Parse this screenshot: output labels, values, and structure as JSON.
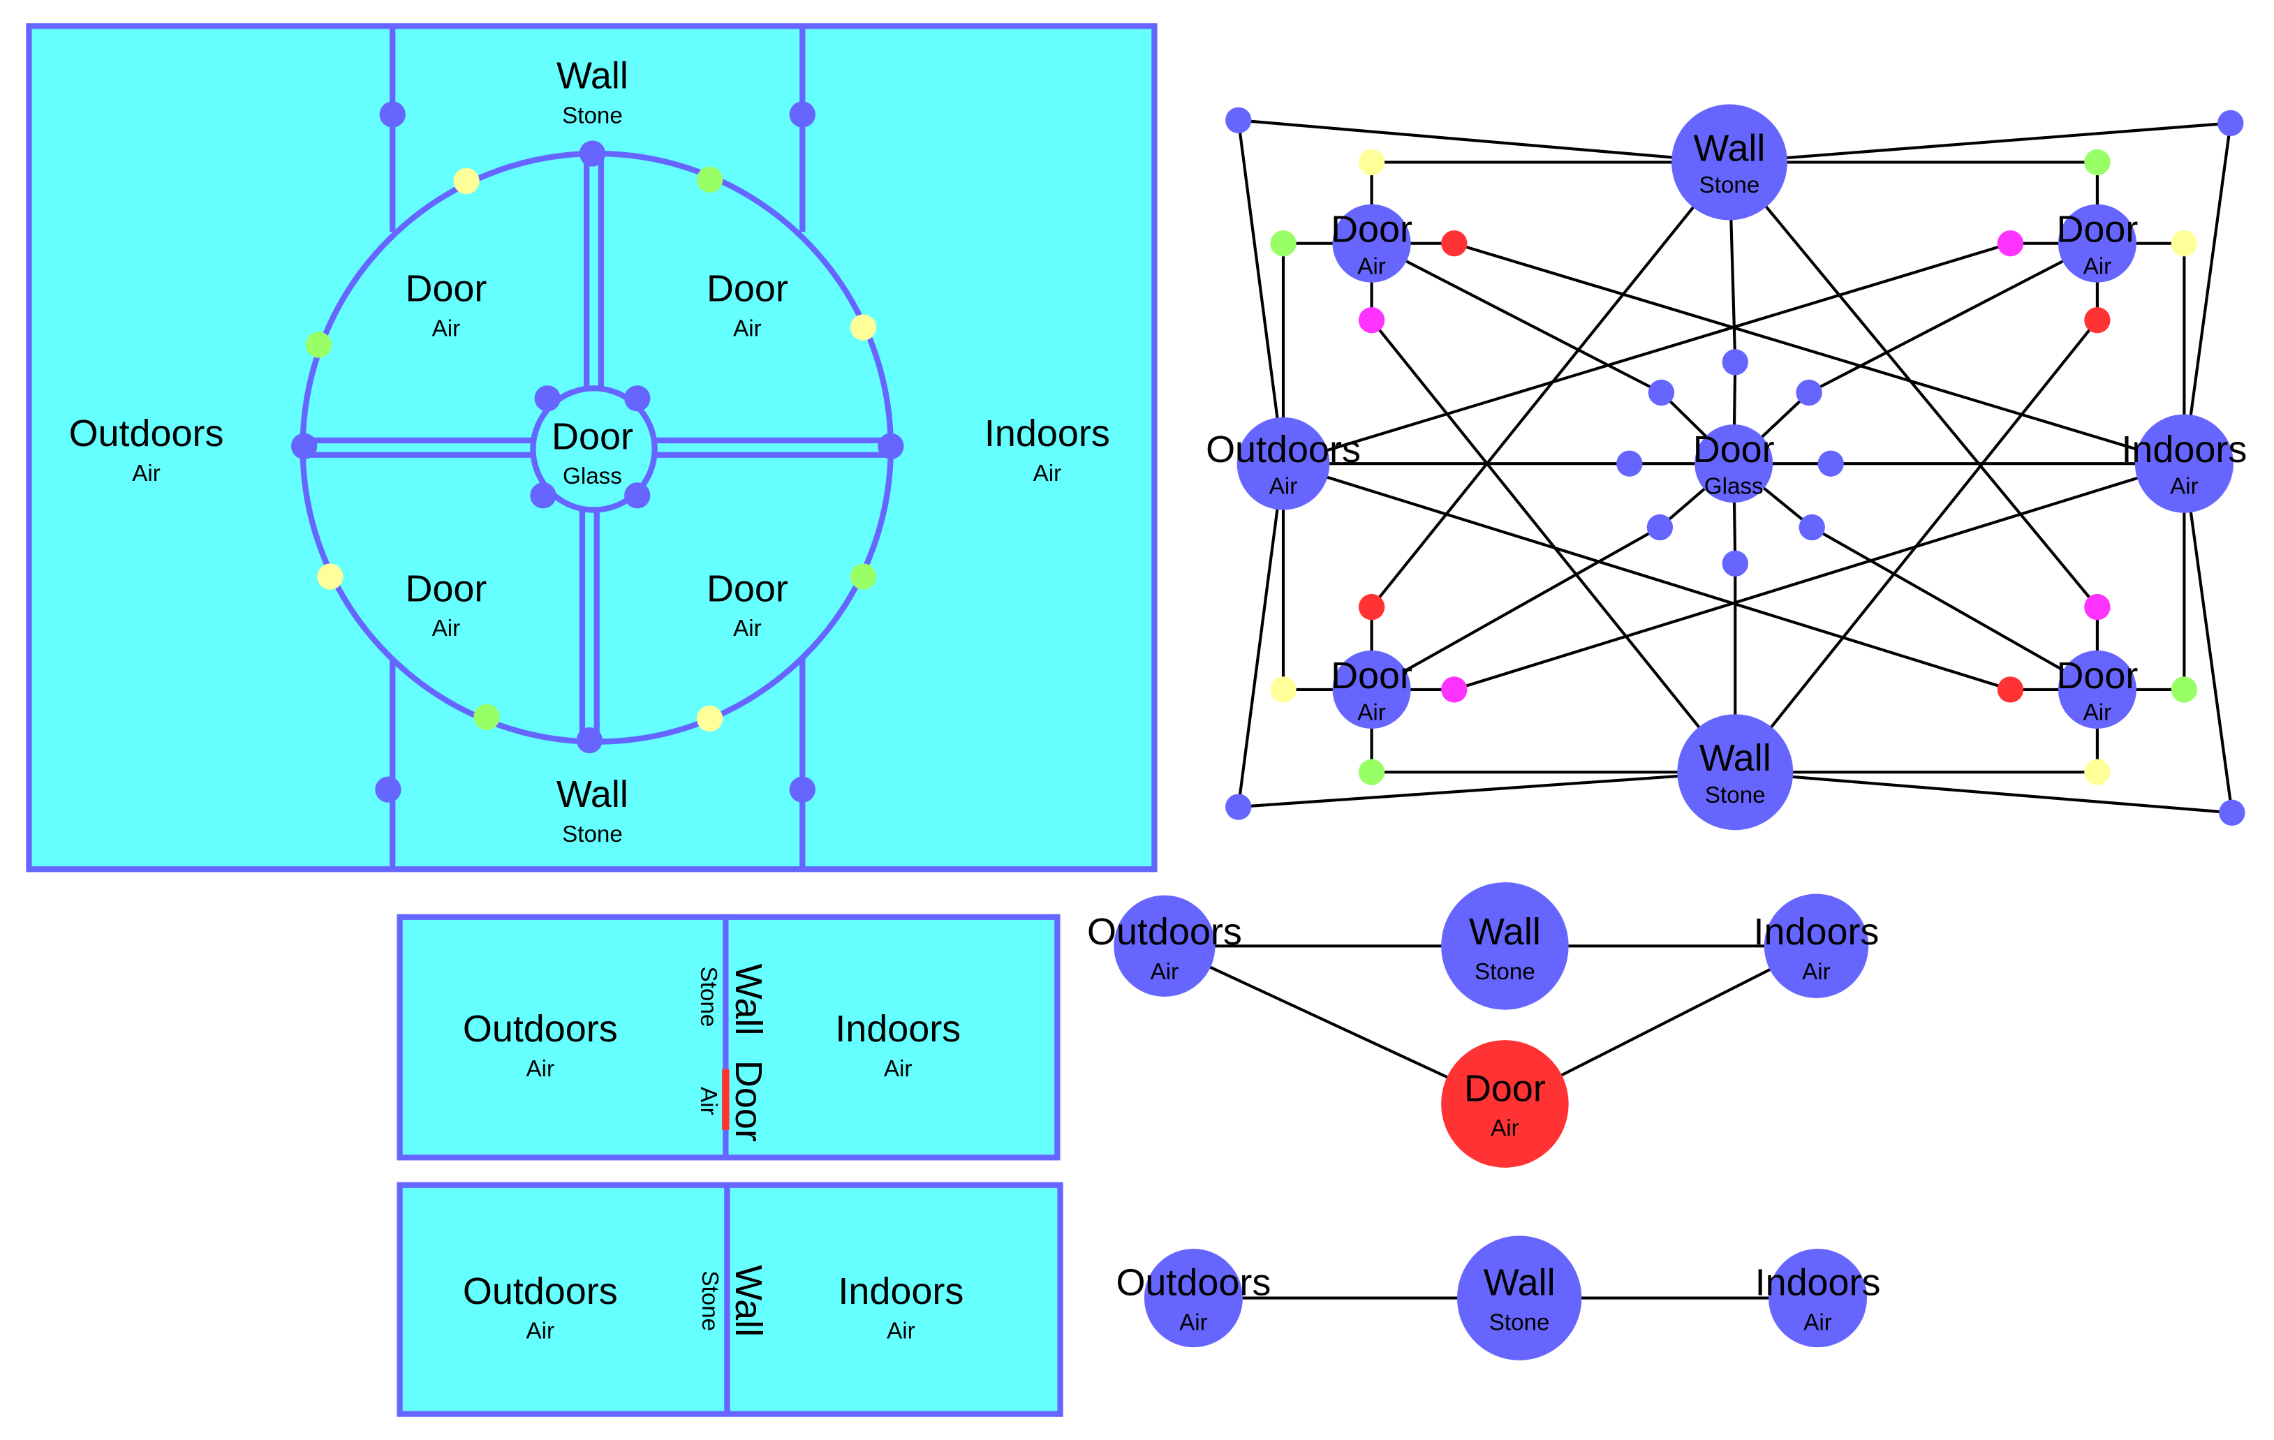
{
  "colors": {
    "region_fill": "#66FFFF",
    "border": "#6666FF",
    "node": "#6666FF",
    "door_highlight": "#FF3333",
    "dot_yellow": "#FFFF99",
    "dot_green": "#99FF66",
    "dot_red": "#FF3333",
    "dot_magenta": "#FF33FF",
    "edge": "#000000"
  },
  "terms": {
    "outdoors": "Outdoors",
    "indoors": "Indoors",
    "wall": "Wall",
    "door": "Door",
    "air": "Air",
    "stone": "Stone",
    "glass": "Glass"
  },
  "diagram_large_floorplan": {
    "regions": [
      {
        "name": "Outdoors",
        "material": "Air"
      },
      {
        "name": "Indoors",
        "material": "Air"
      },
      {
        "name": "Wall",
        "material": "Stone",
        "position": "top"
      },
      {
        "name": "Wall",
        "material": "Stone",
        "position": "bottom"
      },
      {
        "name": "Door",
        "material": "Air",
        "position": "upper-left"
      },
      {
        "name": "Door",
        "material": "Air",
        "position": "upper-right"
      },
      {
        "name": "Door",
        "material": "Air",
        "position": "lower-left"
      },
      {
        "name": "Door",
        "material": "Air",
        "position": "lower-right"
      },
      {
        "name": "Door",
        "material": "Glass",
        "position": "center"
      }
    ]
  },
  "diagram_large_graph": {
    "nodes": [
      {
        "name": "Wall",
        "material": "Stone"
      },
      {
        "name": "Wall",
        "material": "Stone"
      },
      {
        "name": "Outdoors",
        "material": "Air"
      },
      {
        "name": "Indoors",
        "material": "Air"
      },
      {
        "name": "Door",
        "material": "Glass"
      },
      {
        "name": "Door",
        "material": "Air"
      },
      {
        "name": "Door",
        "material": "Air"
      },
      {
        "name": "Door",
        "material": "Air"
      },
      {
        "name": "Door",
        "material": "Air"
      }
    ]
  },
  "diagram_door_floorplan": {
    "regions": [
      {
        "name": "Outdoors",
        "material": "Air"
      },
      {
        "name": "Indoors",
        "material": "Air"
      },
      {
        "name": "Wall",
        "material": "Stone"
      },
      {
        "name": "Door",
        "material": "Air"
      }
    ]
  },
  "diagram_door_graph": {
    "nodes": [
      {
        "name": "Outdoors",
        "material": "Air"
      },
      {
        "name": "Wall",
        "material": "Stone"
      },
      {
        "name": "Indoors",
        "material": "Air"
      },
      {
        "name": "Door",
        "material": "Air",
        "highlight": "red"
      }
    ]
  },
  "diagram_simple_floorplan": {
    "regions": [
      {
        "name": "Outdoors",
        "material": "Air"
      },
      {
        "name": "Indoors",
        "material": "Air"
      },
      {
        "name": "Wall",
        "material": "Stone"
      }
    ]
  },
  "diagram_simple_graph": {
    "nodes": [
      {
        "name": "Outdoors",
        "material": "Air"
      },
      {
        "name": "Wall",
        "material": "Stone"
      },
      {
        "name": "Indoors",
        "material": "Air"
      }
    ]
  }
}
